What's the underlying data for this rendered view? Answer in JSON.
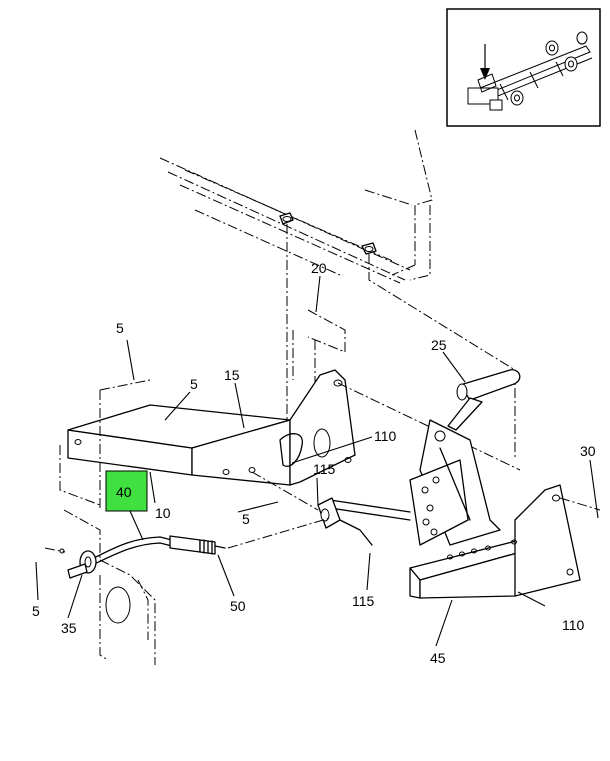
{
  "highlight": {
    "color": "#3fe03f"
  },
  "callouts": {
    "c5_top": "5",
    "c5_mid": "5",
    "c5_lower": "5",
    "c5_left": "5",
    "c10": "10",
    "c15": "15",
    "c20": "20",
    "c25": "25",
    "c30": "30",
    "c35": "35",
    "c40": "40",
    "c45": "45",
    "c50": "50",
    "c110_upper": "110",
    "c110_lower": "110",
    "c115_upper": "115",
    "c115_lower": "115"
  }
}
